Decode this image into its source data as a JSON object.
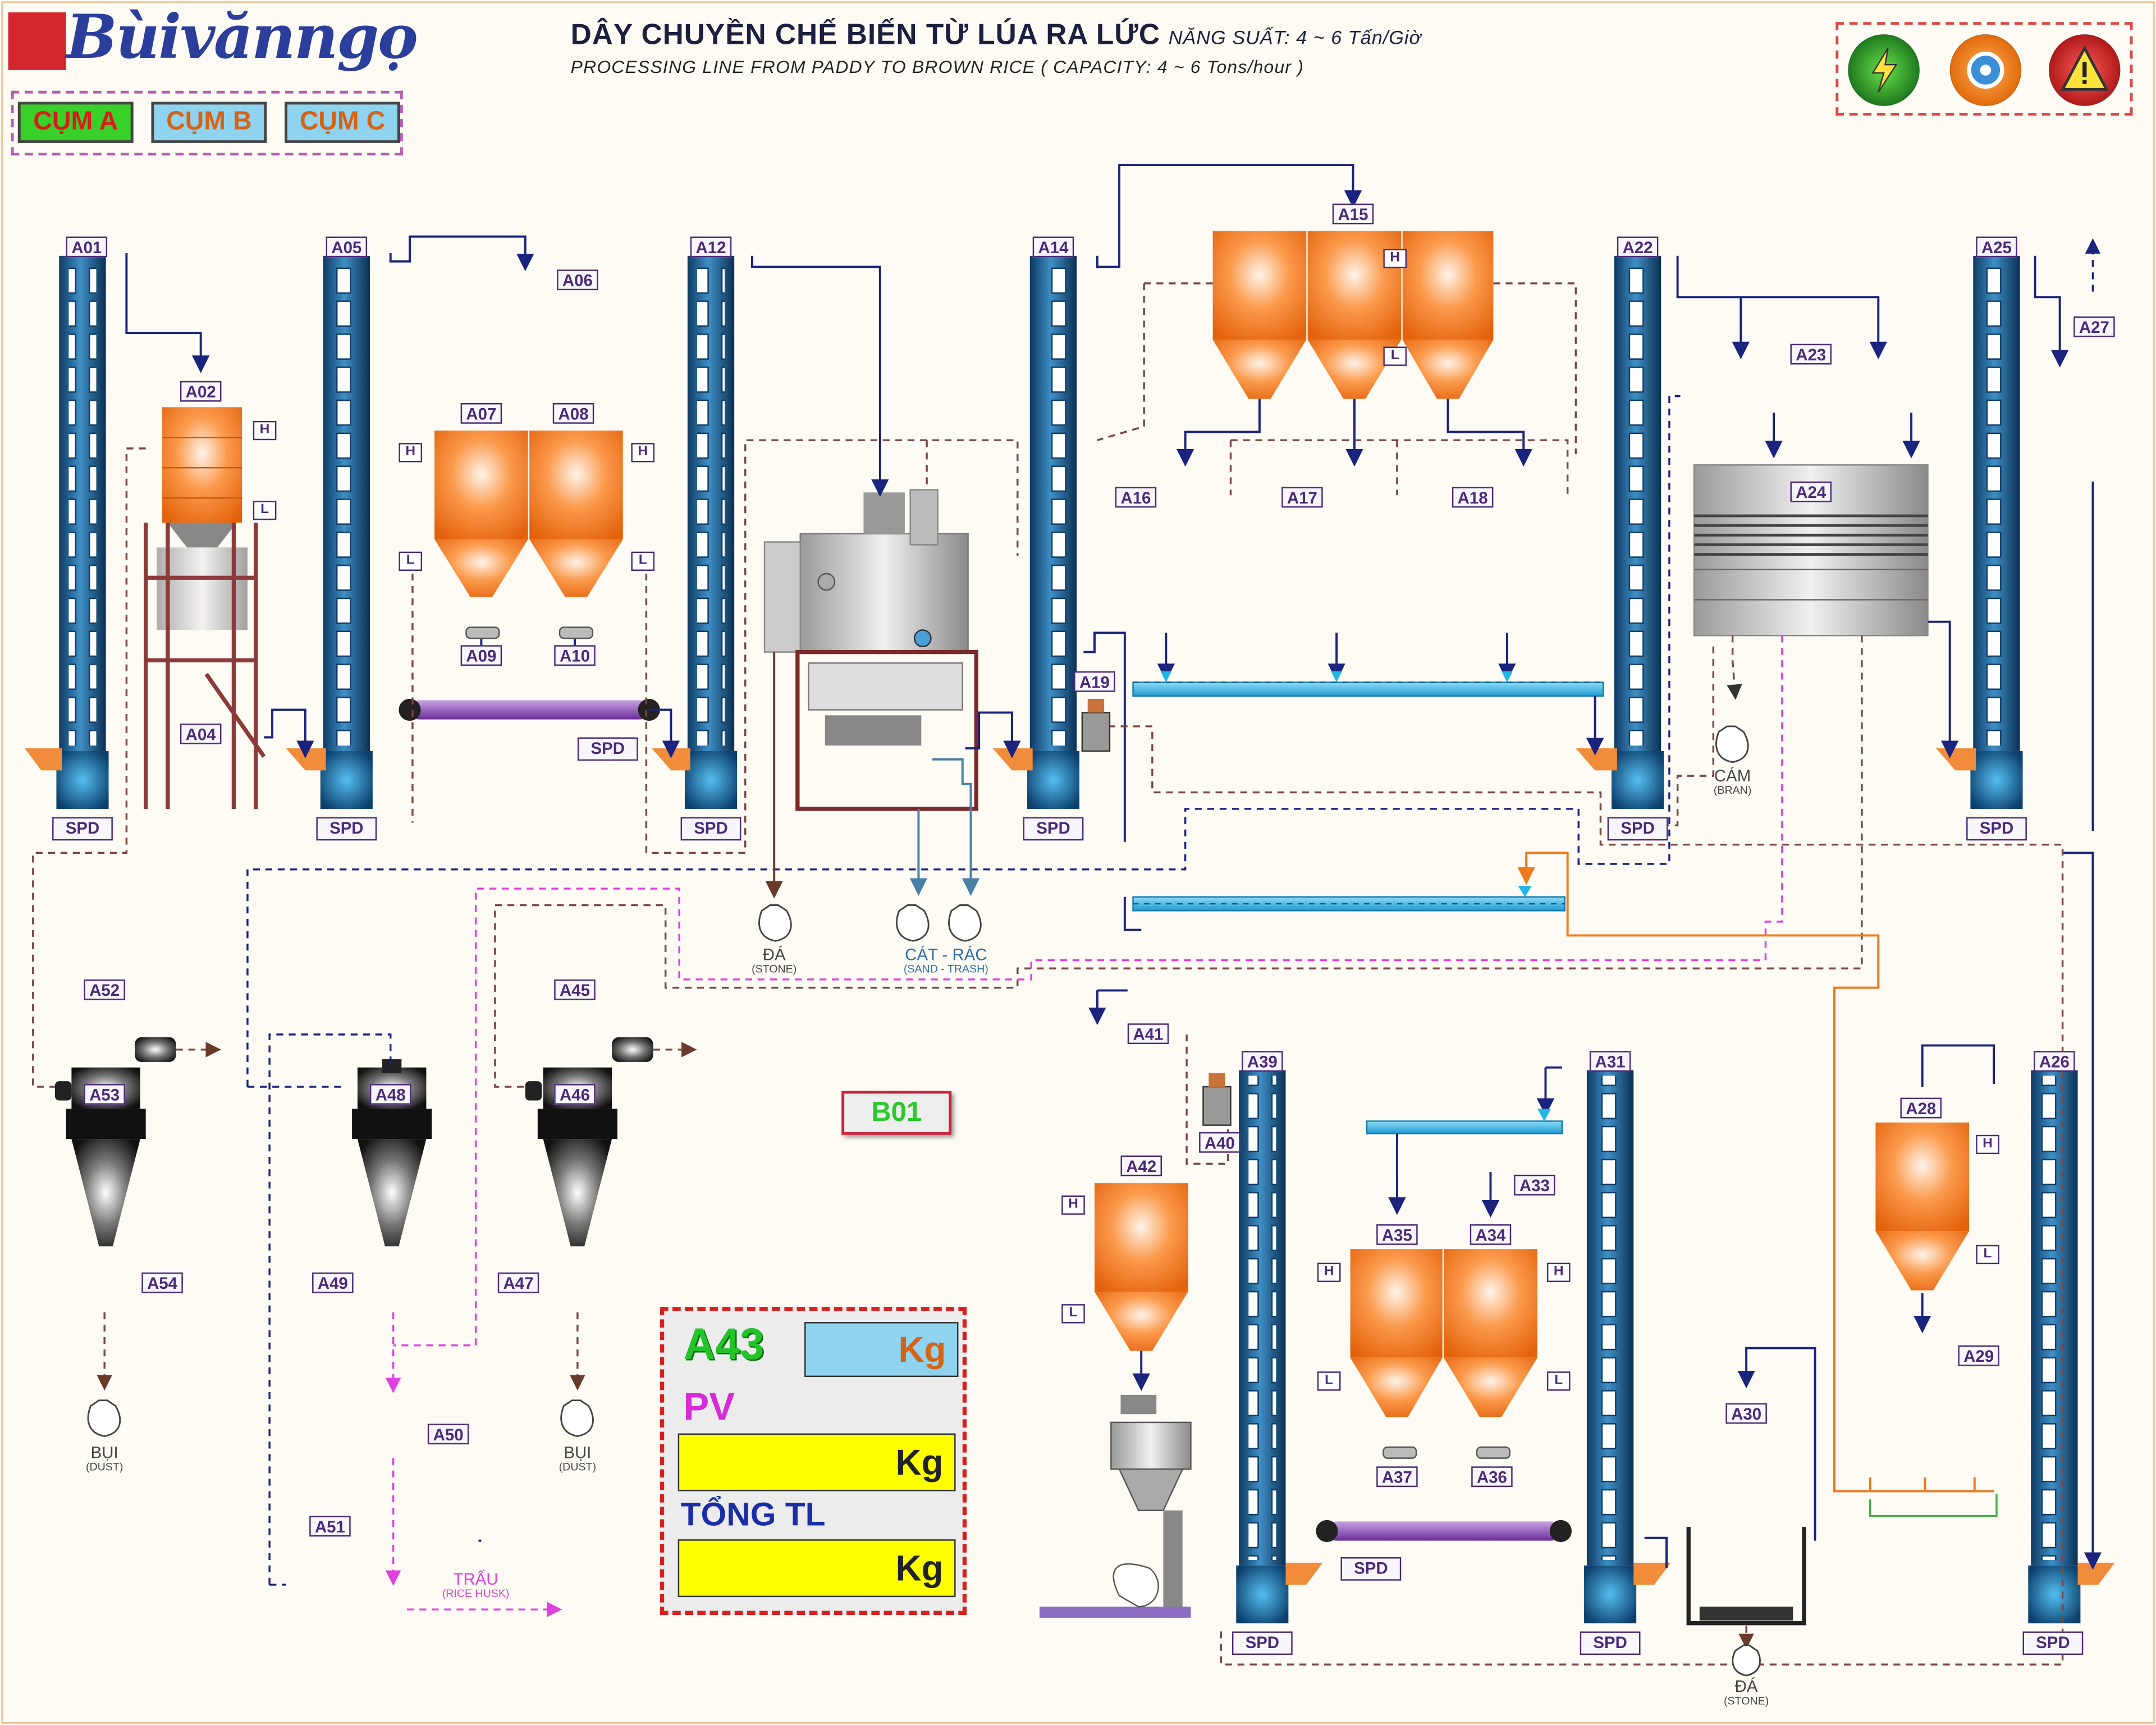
{
  "header": {
    "logo": "Bùivănngọ",
    "title": "DÂY CHUYỀN CHẾ BIẾN TỪ LÚA RA LỨC",
    "capacity": "NĂNG SUẤT: 4 ~ 6 Tấn/Giờ",
    "subtitle": "PROCESSING LINE FROM PADDY TO BROWN RICE ( CAPACITY: 4 ~ 6 Tons/hour )"
  },
  "sections": [
    {
      "label": "CỤM A",
      "active": true
    },
    {
      "label": "CỤM B",
      "active": false
    },
    {
      "label": "CỤM C",
      "active": false
    }
  ],
  "controls": {
    "power": "power-icon",
    "settings": "gear-icon",
    "alarm": "warning-icon"
  },
  "labels": {
    "A01": "A01",
    "A02": "A02",
    "A04": "A04",
    "A05": "A05",
    "A06": "A06",
    "A07": "A07",
    "A08": "A08",
    "A09": "A09",
    "A10": "A10",
    "A12": "A12",
    "A14": "A14",
    "A15": "A15",
    "A16": "A16",
    "A17": "A17",
    "A18": "A18",
    "A19": "A19",
    "A22": "A22",
    "A23": "A23",
    "A24": "A24",
    "A25": "A25",
    "A26": "A26",
    "A27": "A27",
    "A28": "A28",
    "A29": "A29",
    "A30": "A30",
    "A31": "A31",
    "A33": "A33",
    "A34": "A34",
    "A35": "A35",
    "A36": "A36",
    "A37": "A37",
    "A39": "A39",
    "A40": "A40",
    "A41": "A41",
    "A42": "A42",
    "A45": "A45",
    "A46": "A46",
    "A47": "A47",
    "A48": "A48",
    "A49": "A49",
    "A50": "A50",
    "A51": "A51",
    "A52": "A52",
    "A53": "A53",
    "A54": "A54",
    "spd": "SPD",
    "high": "H",
    "low": "L"
  },
  "outputs": {
    "stone": {
      "vi": "ĐÁ",
      "en": "(STONE)"
    },
    "sand_trash": {
      "vi": "CÁT - RÁC",
      "en": "(SAND - TRASH)"
    },
    "bran": {
      "vi": "CÁM",
      "en": "(BRAN)"
    },
    "dust": {
      "vi": "BỤI",
      "en": "(DUST)"
    },
    "husk": {
      "vi": "TRẤU",
      "en": "(RICE HUSK)"
    }
  },
  "b01": "B01",
  "scale_panel": {
    "id": "A43",
    "weight_value": "",
    "weight_unit": "Kg",
    "pv_label": "PV",
    "pv_value": "",
    "pv_unit": "Kg",
    "total_label": "TỔNG TL",
    "total_value": "",
    "total_unit": "Kg"
  }
}
